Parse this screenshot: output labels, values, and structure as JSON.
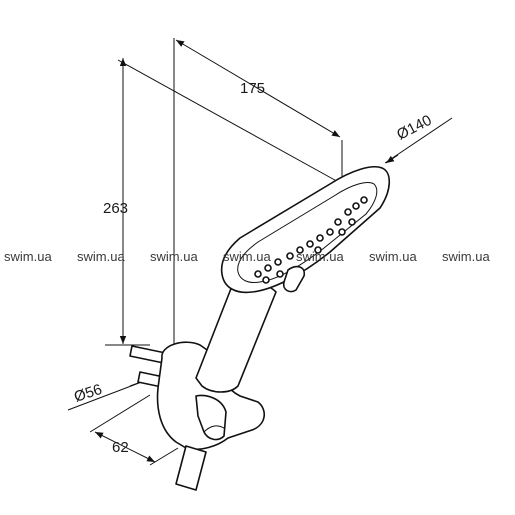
{
  "dimensions": {
    "length": "175",
    "height": "263",
    "head_diameter": "Ø140",
    "holder_diameter": "Ø56",
    "holder_depth": "62"
  },
  "watermark": {
    "text": "swim.ua",
    "repeats": 7
  },
  "colors": {
    "line": "#111111",
    "background": "#ffffff",
    "watermark": "#3a3a3a"
  }
}
